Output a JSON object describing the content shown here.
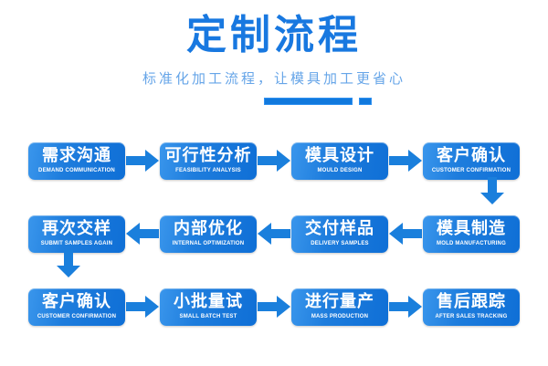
{
  "header": {
    "title": "定制流程",
    "subtitle": "标准化加工流程，让模具加工更省心",
    "accent_color": "#1878e0",
    "subtitle_color": "#66a5e8",
    "divider": {
      "bar": "",
      "square": ""
    }
  },
  "colors": {
    "node_light": "#3a96ec",
    "node_dark": "#0f6fd6",
    "arrow": "#1a7fdc",
    "background": "#ffffff"
  },
  "flow": {
    "rows": [
      {
        "direction": "right",
        "nodes": [
          {
            "cn": "需求沟通",
            "en": "DEMAND COMMUNICATION"
          },
          {
            "cn": "可行性分析",
            "en": "FEASIBILITY ANALYSIS"
          },
          {
            "cn": "模具设计",
            "en": "MOULD DESIGN"
          },
          {
            "cn": "客户确认",
            "en": "CUSTOMER CONFIRMATION"
          }
        ],
        "connector": {
          "position": "right",
          "direction": "down"
        }
      },
      {
        "direction": "left",
        "nodes": [
          {
            "cn": "再次交样",
            "en": "SUBMIT SAMPLES AGAIN"
          },
          {
            "cn": "内部优化",
            "en": "INTERNAL OPTIMIZATION"
          },
          {
            "cn": "交付样品",
            "en": "DELIVERY SAMPLES"
          },
          {
            "cn": "模具制造",
            "en": "MOLD MANUFACTURING"
          }
        ],
        "connector": {
          "position": "left",
          "direction": "down"
        }
      },
      {
        "direction": "right",
        "nodes": [
          {
            "cn": "客户确认",
            "en": "CUSTOMER CONFIRMATION"
          },
          {
            "cn": "小批量试",
            "en": "SMALL BATCH TEST"
          },
          {
            "cn": "进行量产",
            "en": "MASS PRODUCTION"
          },
          {
            "cn": "售后跟踪",
            "en": "AFTER SALES TRACKING"
          }
        ],
        "connector": null
      }
    ]
  }
}
